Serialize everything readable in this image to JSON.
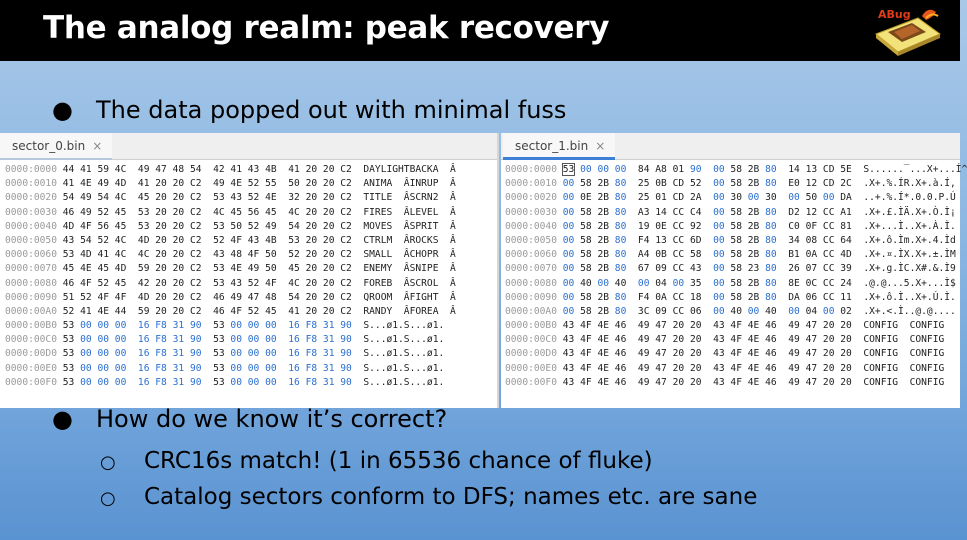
{
  "slide": {
    "title": "The analog realm: peak recovery",
    "logo_text": "ABug",
    "bullets": [
      "The data popped out with minimal fuss",
      "How do we know it’s correct?"
    ],
    "sub_bullets": [
      "CRC16s match! (1 in 65536 chance of fluke)",
      "Catalog sectors conform to DFS; names etc. are sane"
    ],
    "bullet_glyph": "●",
    "sub_bullet_glyph": "○"
  },
  "left_pane": {
    "tab_label": "sector_0.bin",
    "tab_close": "×",
    "rows": [
      {
        "offset": "0000:0000",
        "hex": "44 41 59 4C  49 47 48 54  42 41 43 4B  41 20 20 C2",
        "ascii": "DAYLIGHTBACKA  Â"
      },
      {
        "offset": "0000:0010",
        "hex": "41 4E 49 4D  41 20 20 C2  49 4E 52 55  50 20 20 C2",
        "ascii": "ANIMA  ÂINRUP  Â"
      },
      {
        "offset": "0000:0020",
        "hex": "54 49 54 4C  45 20 20 C2  53 43 52 4E  32 20 20 C2",
        "ascii": "TITLE  ÂSCRN2  Â"
      },
      {
        "offset": "0000:0030",
        "hex": "46 49 52 45  53 20 20 C2  4C 45 56 45  4C 20 20 C2",
        "ascii": "FIRES  ÂLEVEL  Â"
      },
      {
        "offset": "0000:0040",
        "hex": "4D 4F 56 45  53 20 20 C2  53 50 52 49  54 20 20 C2",
        "ascii": "MOVES  ÂSPRIT  Â"
      },
      {
        "offset": "0000:0050",
        "hex": "43 54 52 4C  4D 20 20 C2  52 4F 43 4B  53 20 20 C2",
        "ascii": "CTRLM  ÂROCKS  Â"
      },
      {
        "offset": "0000:0060",
        "hex": "53 4D 41 4C  4C 20 20 C2  43 48 4F 50  52 20 20 C2",
        "ascii": "SMALL  ÂCHOPR  Â"
      },
      {
        "offset": "0000:0070",
        "hex": "45 4E 45 4D  59 20 20 C2  53 4E 49 50  45 20 20 C2",
        "ascii": "ENEMY  ÂSNIPE  Â"
      },
      {
        "offset": "0000:0080",
        "hex": "46 4F 52 45  42 20 20 C2  53 43 52 4F  4C 20 20 C2",
        "ascii": "FOREB  ÂSCROL  Â"
      },
      {
        "offset": "0000:0090",
        "hex": "51 52 4F 4F  4D 20 20 C2  46 49 47 48  54 20 20 C2",
        "ascii": "QROOM  ÂFIGHT  Â"
      },
      {
        "offset": "0000:00A0",
        "hex": "52 41 4E 44  59 20 20 C2  46 4F 52 45  41 20 20 C2",
        "ascii": "RANDY  ÂFOREA  Â"
      },
      {
        "offset": "0000:00B0",
        "hex": "53 00 00 00  16 F8 31 90  53 00 00 00  16 F8 31 90",
        "ascii": "S...ø1.S...ø1."
      },
      {
        "offset": "0000:00C0",
        "hex": "53 00 00 00  16 F8 31 90  53 00 00 00  16 F8 31 90",
        "ascii": "S...ø1.S...ø1."
      },
      {
        "offset": "0000:00D0",
        "hex": "53 00 00 00  16 F8 31 90  53 00 00 00  16 F8 31 90",
        "ascii": "S...ø1.S...ø1."
      },
      {
        "offset": "0000:00E0",
        "hex": "53 00 00 00  16 F8 31 90  53 00 00 00  16 F8 31 90",
        "ascii": "S...ø1.S...ø1."
      },
      {
        "offset": "0000:00F0",
        "hex": "53 00 00 00  16 F8 31 90  53 00 00 00  16 F8 31 90",
        "ascii": "S...ø1.S...ø1."
      }
    ]
  },
  "right_pane": {
    "tab_label": "sector_1.bin",
    "tab_close": "×",
    "rows": [
      {
        "offset": "0000:0000",
        "hex": "53 00 00 00  84 A8 01 90  00 58 2B 80  14 13 CD 5E",
        "ascii": "S......‾...X+...Í^"
      },
      {
        "offset": "0000:0010",
        "hex": "00 58 2B 80  25 0B CD 52  00 58 2B 80  E0 12 CD 2C",
        "ascii": ".X+.%.ÍR.X+.à.Í,"
      },
      {
        "offset": "0000:0020",
        "hex": "00 0E 2B 80  25 01 CD 2A  00 30 00 30  00 50 00 DA",
        "ascii": "..+.%.Í*.0.0.P.Ú"
      },
      {
        "offset": "0000:0030",
        "hex": "00 58 2B 80  A3 14 CC C4  00 58 2B 80  D2 12 CC A1",
        "ascii": ".X+.£.ÌÄ.X+.Ò.Ì¡"
      },
      {
        "offset": "0000:0040",
        "hex": "00 58 2B 80  19 0E CC 92  00 58 2B 80  C0 0F CC 81",
        "ascii": ".X+...Ì..X+.À.Ì."
      },
      {
        "offset": "0000:0050",
        "hex": "00 58 2B 80  F4 13 CC 6D  00 58 2B 80  34 08 CC 64",
        "ascii": ".X+.ô.Ìm.X+.4.Ìd"
      },
      {
        "offset": "0000:0060",
        "hex": "00 58 2B 80  A4 0B CC 58  00 58 2B 80  B1 0A CC 4D",
        "ascii": ".X+.¤.ÌX.X+.±.ÌM"
      },
      {
        "offset": "0000:0070",
        "hex": "00 58 2B 80  67 09 CC 43  00 58 23 80  26 07 CC 39",
        "ascii": ".X+.g.ÌC.X#.&.Ì9"
      },
      {
        "offset": "0000:0080",
        "hex": "00 40 00 40  00 04 00 35  00 58 2B 80  8E 0C CC 24",
        "ascii": ".@.@...5.X+...Ì$"
      },
      {
        "offset": "0000:0090",
        "hex": "00 58 2B 80  F4 0A CC 18  00 58 2B 80  DA 06 CC 11",
        "ascii": ".X+.ô.Ì..X+.Ú.Ì."
      },
      {
        "offset": "0000:00A0",
        "hex": "00 58 2B 80  3C 09 CC 06  00 40 00 40  00 04 00 02",
        "ascii": ".X+.<.Ì..@.@...."
      },
      {
        "offset": "0000:00B0",
        "hex": "43 4F 4E 46  49 47 20 20  43 4F 4E 46  49 47 20 20",
        "ascii": "CONFIG  CONFIG"
      },
      {
        "offset": "0000:00C0",
        "hex": "43 4F 4E 46  49 47 20 20  43 4F 4E 46  49 47 20 20",
        "ascii": "CONFIG  CONFIG"
      },
      {
        "offset": "0000:00D0",
        "hex": "43 4F 4E 46  49 47 20 20  43 4F 4E 46  49 47 20 20",
        "ascii": "CONFIG  CONFIG"
      },
      {
        "offset": "0000:00E0",
        "hex": "43 4F 4E 46  49 47 20 20  43 4F 4E 46  49 47 20 20",
        "ascii": "CONFIG  CONFIG"
      },
      {
        "offset": "0000:00F0",
        "hex": "43 4F 4E 46  49 47 20 20  43 4F 4E 46  49 47 20 20",
        "ascii": "CONFIG  CONFIG"
      }
    ]
  },
  "colors": {
    "title_bar": "#000000",
    "offset_text": "#9a9a9a",
    "zero_bytes": "#2b6fd0",
    "tab_accent": "#3d7fd6"
  }
}
